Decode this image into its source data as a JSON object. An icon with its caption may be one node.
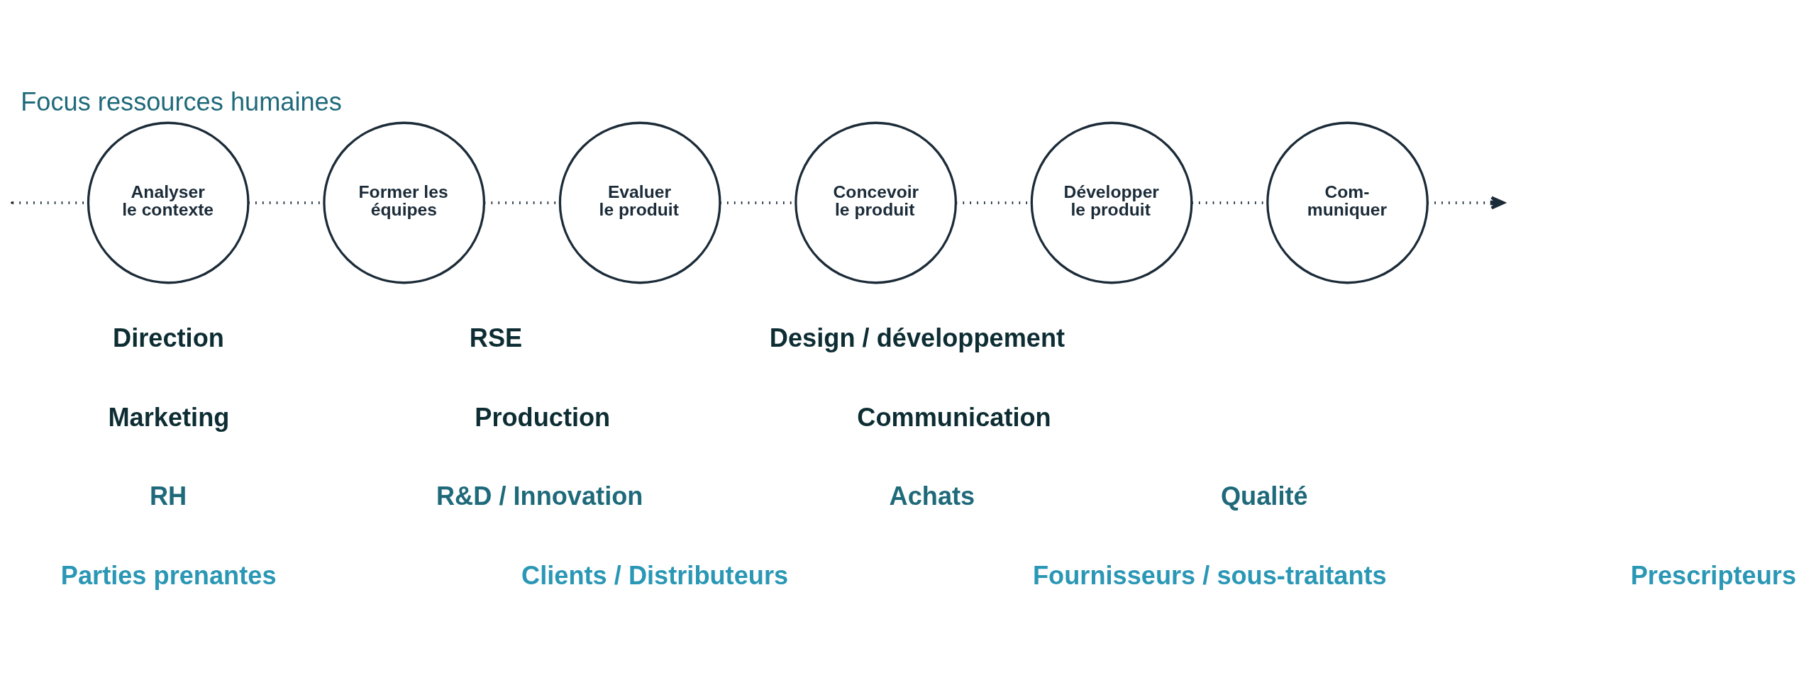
{
  "diagram": {
    "title": "Focus ressources humaines",
    "nodes": [
      {
        "text": [
          "Analyser le contexte"
        ]
      },
      {
        "text": [
          "Former les équipes"
        ]
      },
      {
        "text": [
          "Evaluer le produit"
        ]
      },
      {
        "text": [
          "Concevoir le produit"
        ]
      },
      {
        "text": [
          "Développer le produit"
        ]
      },
      {
        "text": [
          "Com- muniquer"
        ]
      }
    ],
    "edges": [
      {
        "from": null,
        "to": 0,
        "arrow": "none"
      },
      {
        "from": 0,
        "to": 1,
        "arrow": "none"
      },
      {
        "from": 1,
        "to": 2,
        "arrow": "none"
      },
      {
        "from": 2,
        "to": 3,
        "arrow": "none"
      },
      {
        "from": 3,
        "to": 4,
        "arrow": "none"
      },
      {
        "from": 4,
        "to": 5,
        "arrow": "none"
      },
      {
        "from": 5,
        "to": null,
        "arrow": "to"
      }
    ],
    "labels": [
      "Direction",
      "RSE",
      "Design / développement",
      "Marketing",
      "Production",
      "Communication",
      "RH",
      "R&D / Innovation",
      "Achats",
      "Qualité",
      "Parties prenantes",
      "Clients / Distributeurs",
      "Fournisseurs / sous-traitants",
      "Prescripteurs"
    ]
  }
}
